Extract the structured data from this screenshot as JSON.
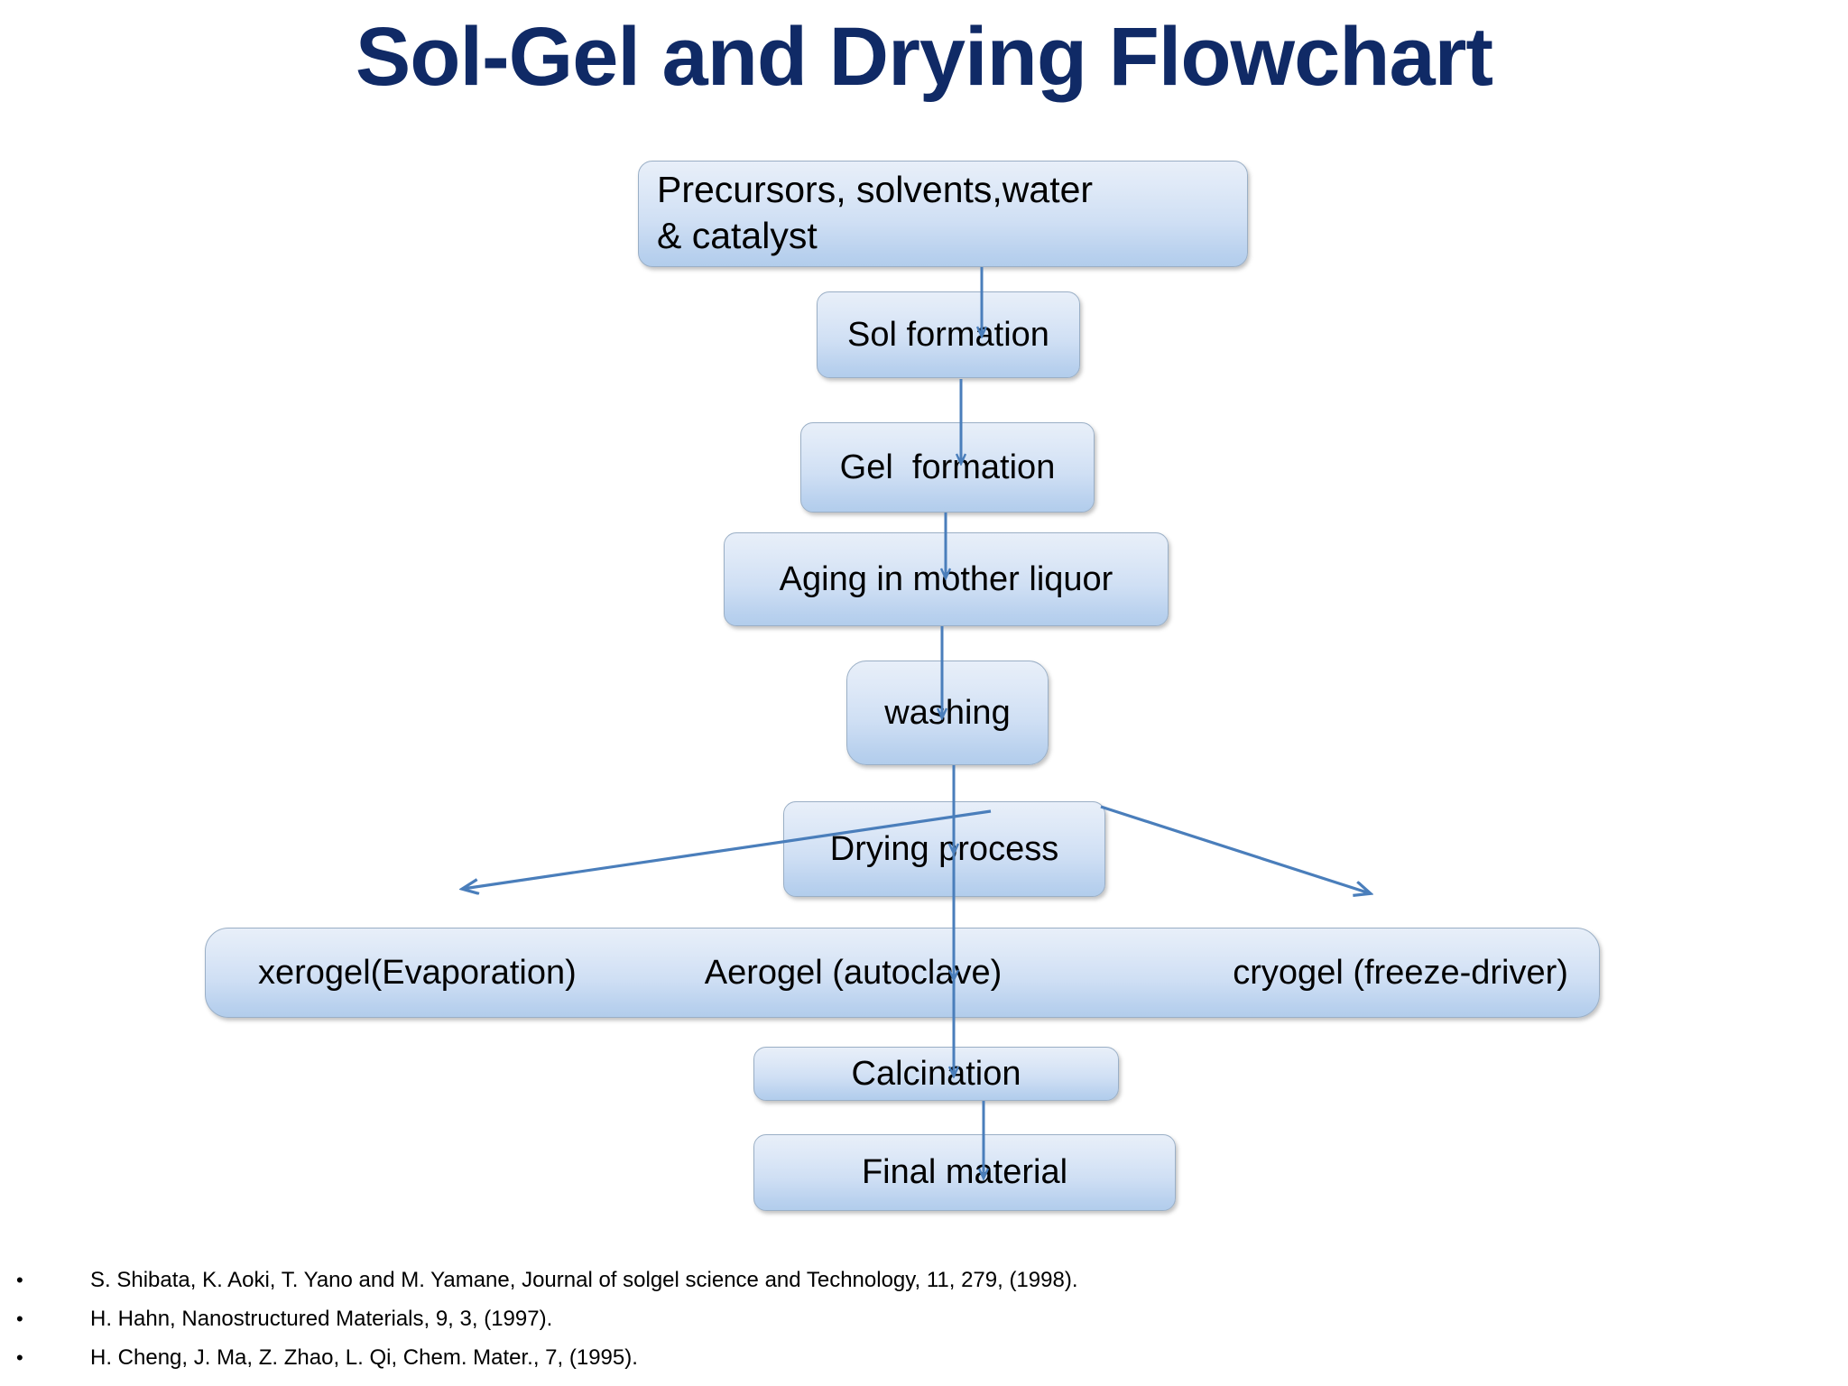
{
  "title": "Sol-Gel and Drying Flowchart",
  "colors": {
    "title": "#102a66",
    "box_border": "#9aafc6",
    "box_fill_light": "#e8eff9",
    "box_fill_dark": "#b2cdec",
    "arrow": "#4a7ebb",
    "text": "#000000",
    "background": "#ffffff"
  },
  "nodes": {
    "precursors_line1": "Precursors, solvents,water",
    "precursors_line2": "& catalyst",
    "sol_formation": "Sol formation",
    "gel_formation": "Gel  formation",
    "aging": "Aging in mother liquor",
    "washing": "washing",
    "drying": "Drying process",
    "calcination": "Calcination",
    "final_material": "Final material"
  },
  "drying_branches": {
    "left": "xerogel(Evaporation)",
    "middle": "Aerogel (autoclave)",
    "right": "cryogel (freeze-driver)"
  },
  "references": [
    {
      "bullet": "•",
      "text": "S. Shibata, K. Aoki, T. Yano and M. Yamane, Journal of solgel science and Technology, 11, 279, (1998)."
    },
    {
      "bullet": "•",
      "text": "H. Hahn, Nanostructured Materials, 9, 3, (1997)."
    },
    {
      "bullet": "•",
      "text": "H. Cheng, J. Ma, Z. Zhao, L. Qi, Chem. Mater., 7, (1995)."
    }
  ]
}
